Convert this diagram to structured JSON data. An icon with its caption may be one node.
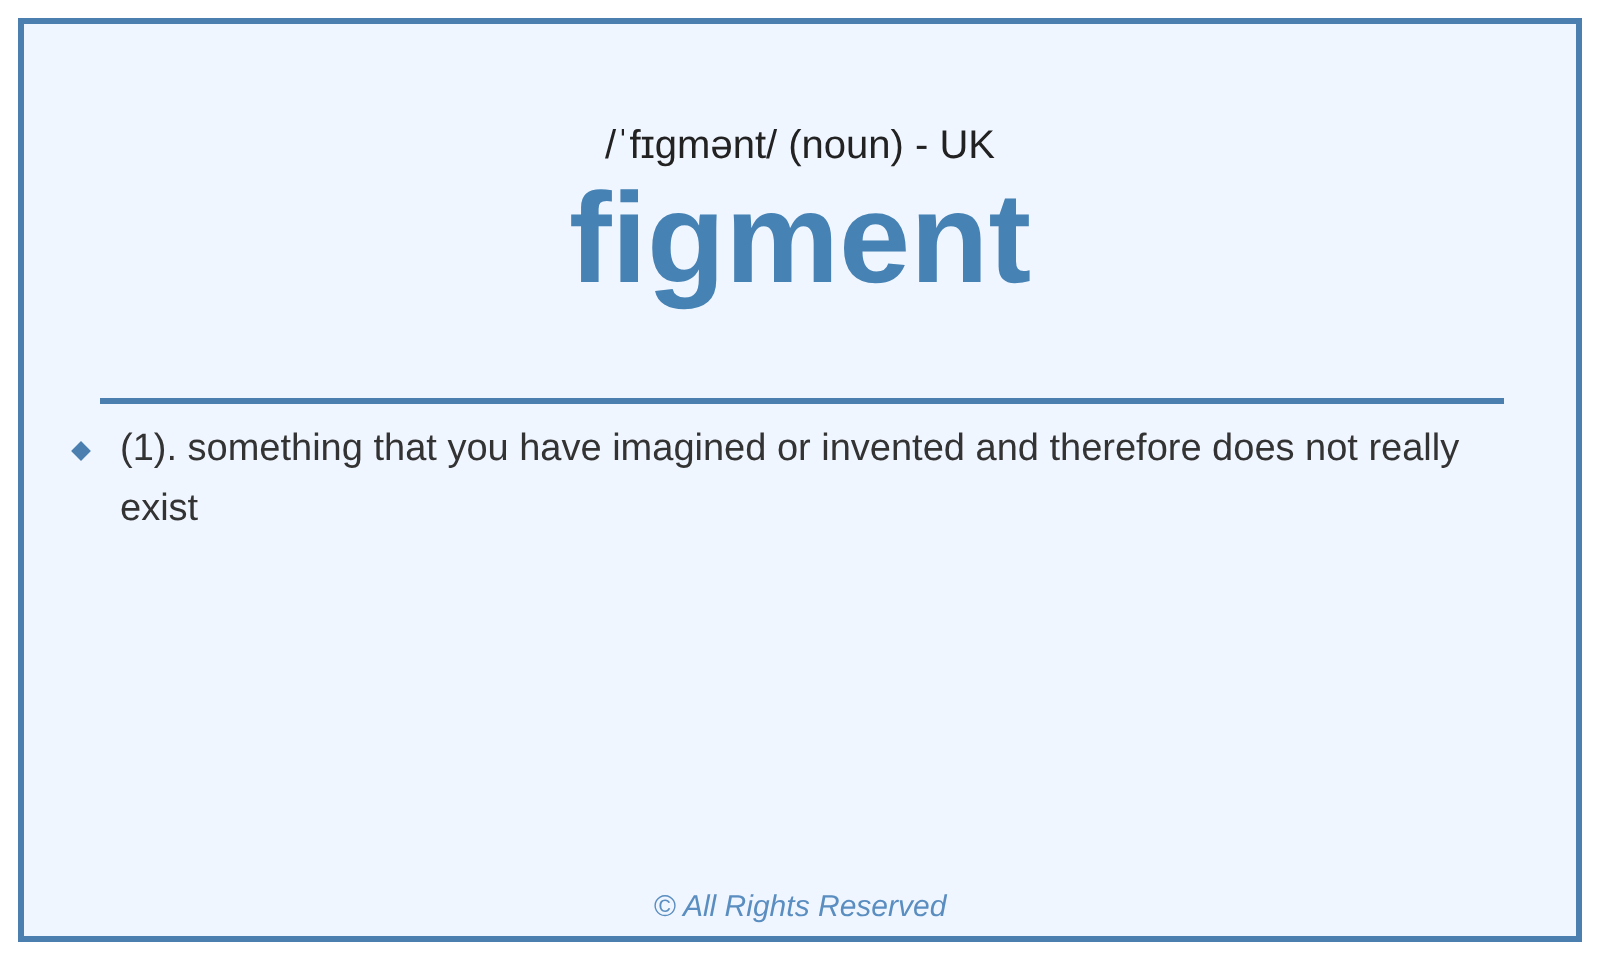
{
  "diagram": {
    "title": "figment",
    "labels": [
      "/ˈfɪɡmənt/ (noun) - UK",
      "(1). something that you have imagined or invented and therefore does not really exist",
      "© All Rights Reserved"
    ]
  }
}
